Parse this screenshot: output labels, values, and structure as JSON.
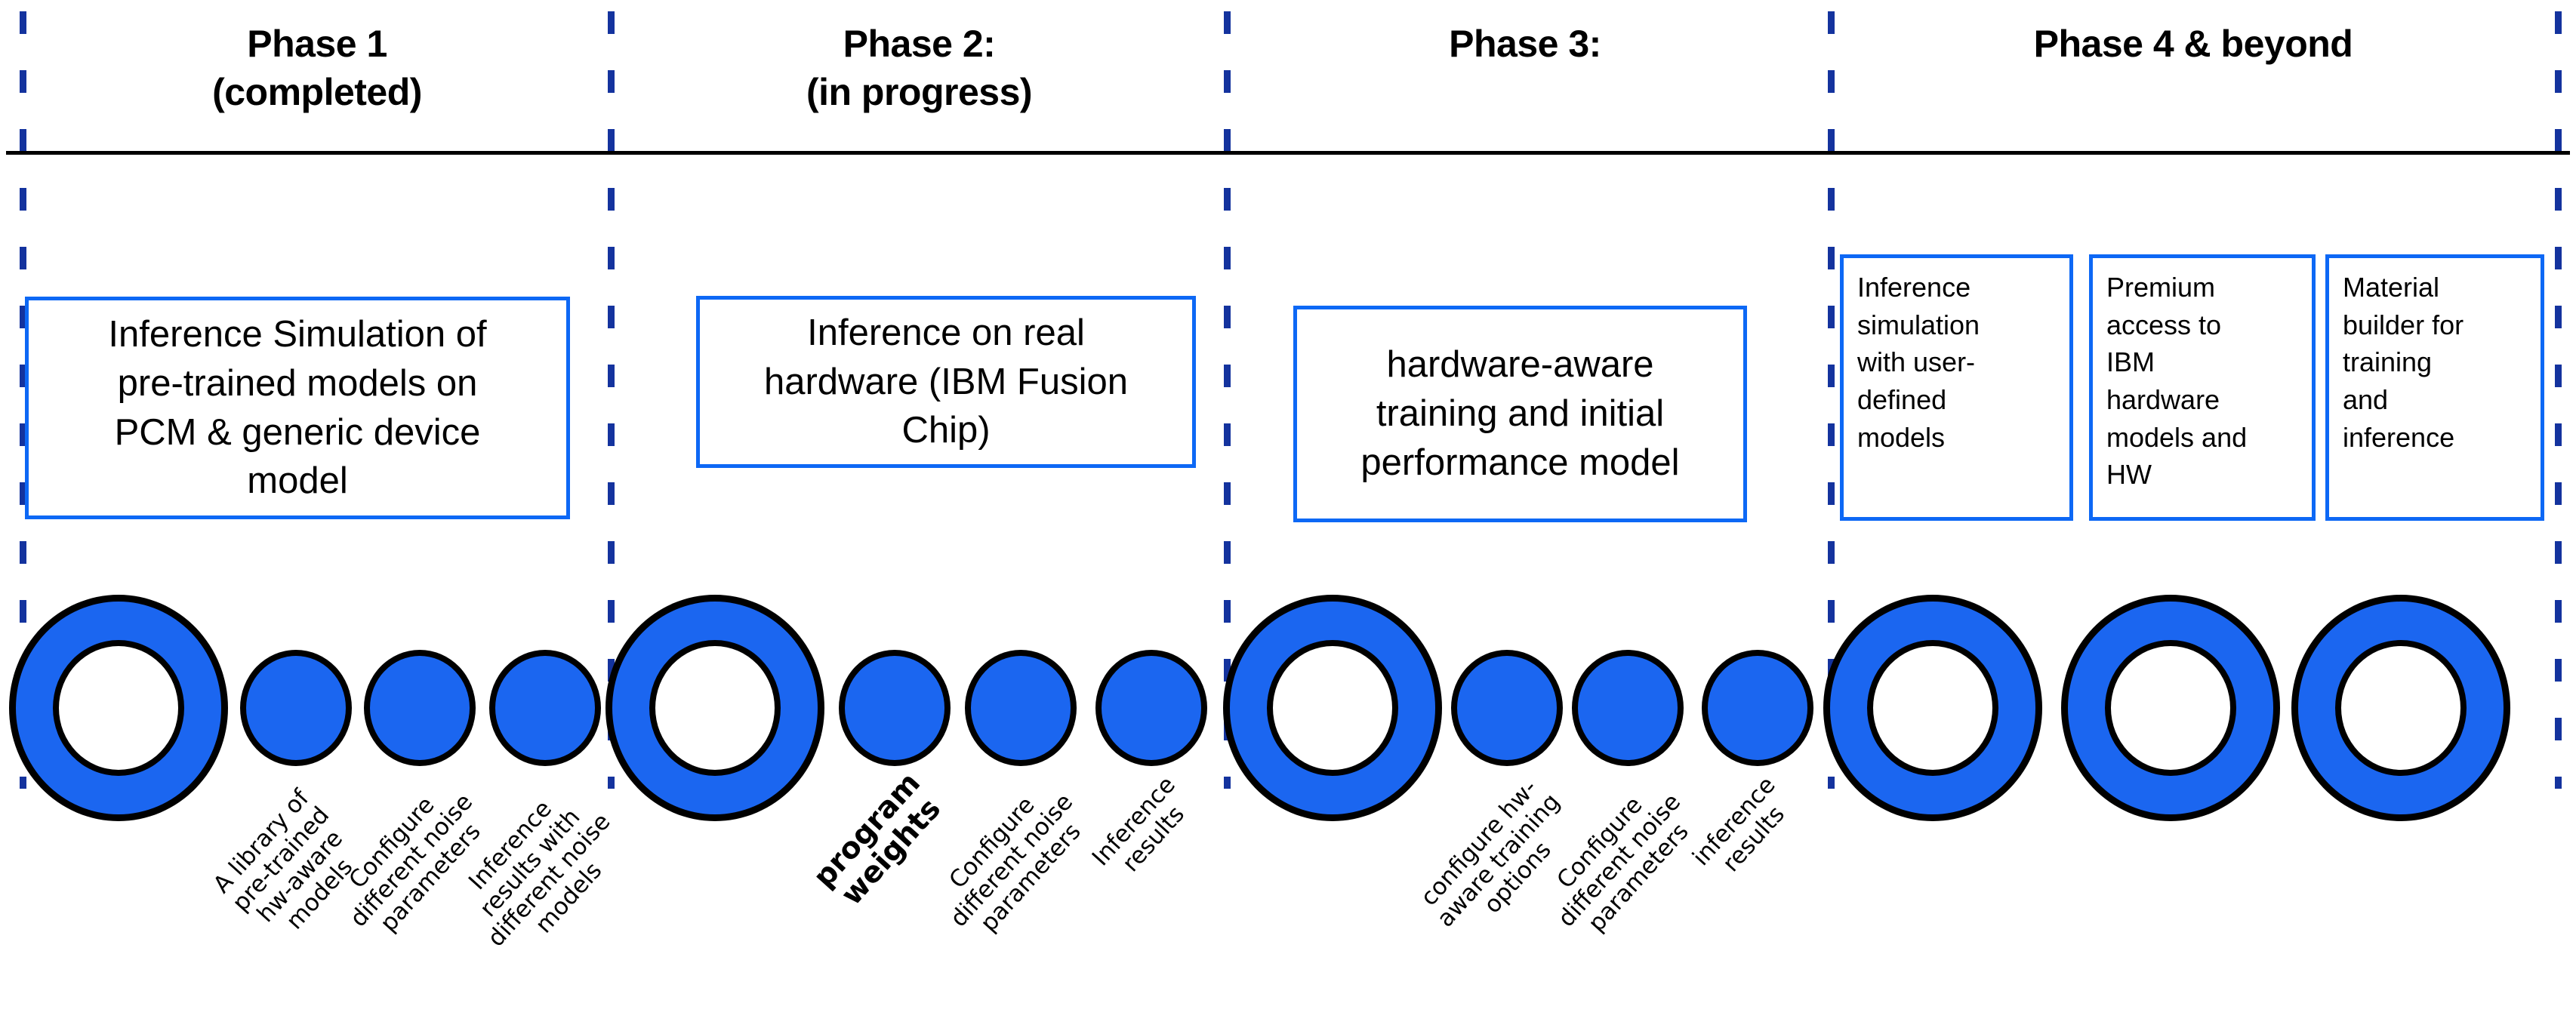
{
  "colors": {
    "separator": "#14339e",
    "box_border": "#0d68f5",
    "shape_fill": "#1b66f0",
    "shape_outline": "#000000",
    "text": "#000000"
  },
  "phases": [
    {
      "header": "Phase 1\n(completed)",
      "boxes": [
        "Inference Simulation of\npre-trained models on\nPCM & generic device\nmodel"
      ],
      "milestones": [
        {
          "kind": "ring",
          "label": ""
        },
        {
          "kind": "dot",
          "label": "A library of\npre-trained\nhw-aware\nmodels"
        },
        {
          "kind": "dot",
          "label": "Configure\ndifferent noise\nparameters"
        },
        {
          "kind": "dot",
          "label": "Inference\nresults with\ndifferent noise\nmodels"
        }
      ]
    },
    {
      "header": "Phase 2:\n(in progress)",
      "boxes": [
        "Inference on real\nhardware (IBM Fusion\nChip)"
      ],
      "milestones": [
        {
          "kind": "ring",
          "label": ""
        },
        {
          "kind": "dot",
          "label": "program\nweights"
        },
        {
          "kind": "dot",
          "label": "Configure\ndifferent noise\nparameters"
        },
        {
          "kind": "dot",
          "label": "Inference\nresults"
        }
      ]
    },
    {
      "header": "Phase 3:",
      "boxes": [
        "hardware-aware\ntraining and initial\nperformance model"
      ],
      "milestones": [
        {
          "kind": "ring",
          "label": ""
        },
        {
          "kind": "dot",
          "label": "configure hw-\naware training\noptions"
        },
        {
          "kind": "dot",
          "label": "Configure\ndifferent noise\nparameters"
        },
        {
          "kind": "dot",
          "label": "inference\nresults"
        }
      ]
    },
    {
      "header": "Phase 4 & beyond",
      "boxes": [
        "Inference\nsimulation\nwith user-\ndefined\nmodels",
        "Premium\naccess to\nIBM\nhardware\nmodels and\nHW",
        "Material\nbuilder for\ntraining\nand\ninference"
      ],
      "milestones": [
        {
          "kind": "ring",
          "label": ""
        },
        {
          "kind": "ring",
          "label": ""
        },
        {
          "kind": "ring",
          "label": ""
        }
      ]
    }
  ]
}
